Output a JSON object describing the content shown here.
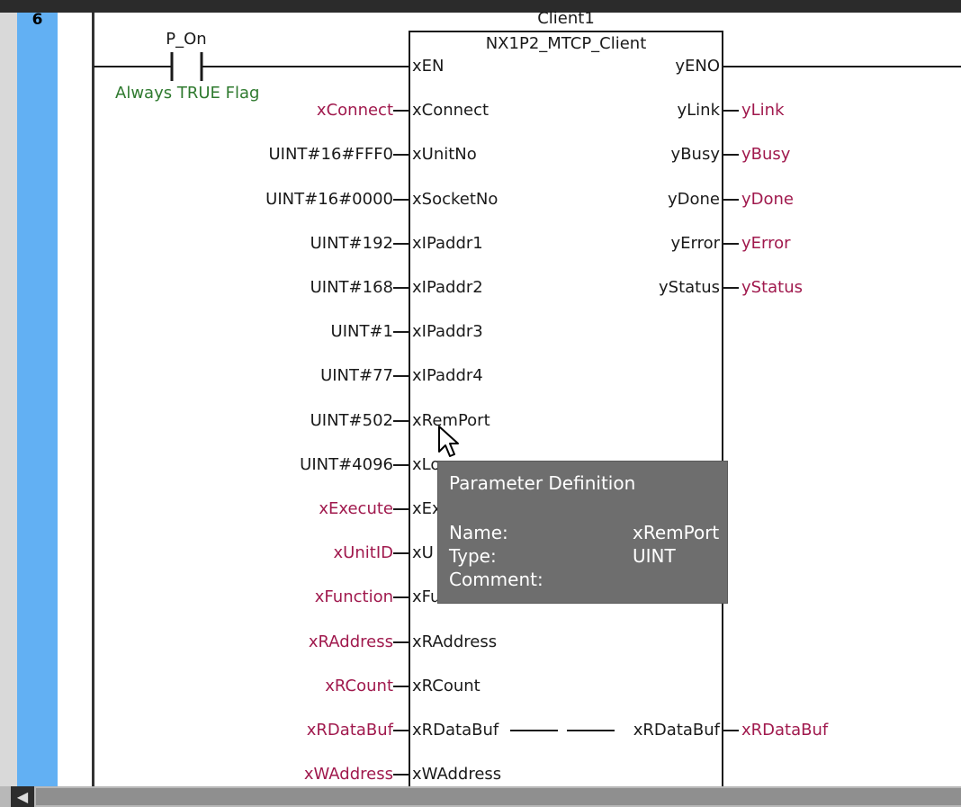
{
  "rung": {
    "number": "6"
  },
  "contact": {
    "name": "P_On",
    "comment": "Always TRUE Flag"
  },
  "block": {
    "instance": "Client1",
    "type": "NX1P2_MTCP_Client"
  },
  "inputs": [
    {
      "pin": "xEN",
      "arg": ""
    },
    {
      "pin": "xConnect",
      "arg": "xConnect"
    },
    {
      "pin": "xUnitNo",
      "arg": "UINT#16#FFF0"
    },
    {
      "pin": "xSocketNo",
      "arg": "UINT#16#0000"
    },
    {
      "pin": "xIPaddr1",
      "arg": "UINT#192"
    },
    {
      "pin": "xIPaddr2",
      "arg": "UINT#168"
    },
    {
      "pin": "xIPaddr3",
      "arg": "UINT#1"
    },
    {
      "pin": "xIPaddr4",
      "arg": "UINT#77"
    },
    {
      "pin": "xRemPort",
      "arg": "UINT#502"
    },
    {
      "pin": "xLo",
      "arg": "UINT#4096"
    },
    {
      "pin": "xEx",
      "arg": "xExecute"
    },
    {
      "pin": "xU",
      "arg": "xUnitID"
    },
    {
      "pin": "xFunction",
      "arg": "xFunction"
    },
    {
      "pin": "xRAddress",
      "arg": "xRAddress"
    },
    {
      "pin": "xRCount",
      "arg": "xRCount"
    },
    {
      "pin": "xRDataBuf",
      "arg": "xRDataBuf"
    },
    {
      "pin": "xWAddress",
      "arg": "xWAddress"
    }
  ],
  "outputs": [
    {
      "pin": "yENO",
      "arg": ""
    },
    {
      "pin": "yLink",
      "arg": "yLink"
    },
    {
      "pin": "yBusy",
      "arg": "yBusy"
    },
    {
      "pin": "yDone",
      "arg": "yDone"
    },
    {
      "pin": "yError",
      "arg": "yError"
    },
    {
      "pin": "yStatus",
      "arg": "yStatus"
    },
    {
      "pin": "xRDataBuf",
      "arg": "xRDataBuf"
    }
  ],
  "tooltip": {
    "title": "Parameter Definition",
    "name_label": "Name:",
    "name_value": "xRemPort",
    "type_label": "Type:",
    "type_value": "UINT",
    "comment_label": "Comment:",
    "comment_value": ""
  },
  "scrollbar": {
    "left_arrow": "◀"
  },
  "colors": {
    "rung_bar": "#62b0f3",
    "variable": "#a0194d",
    "comment": "#2f7a2f",
    "tooltip_bg": "#6e6e6e"
  }
}
